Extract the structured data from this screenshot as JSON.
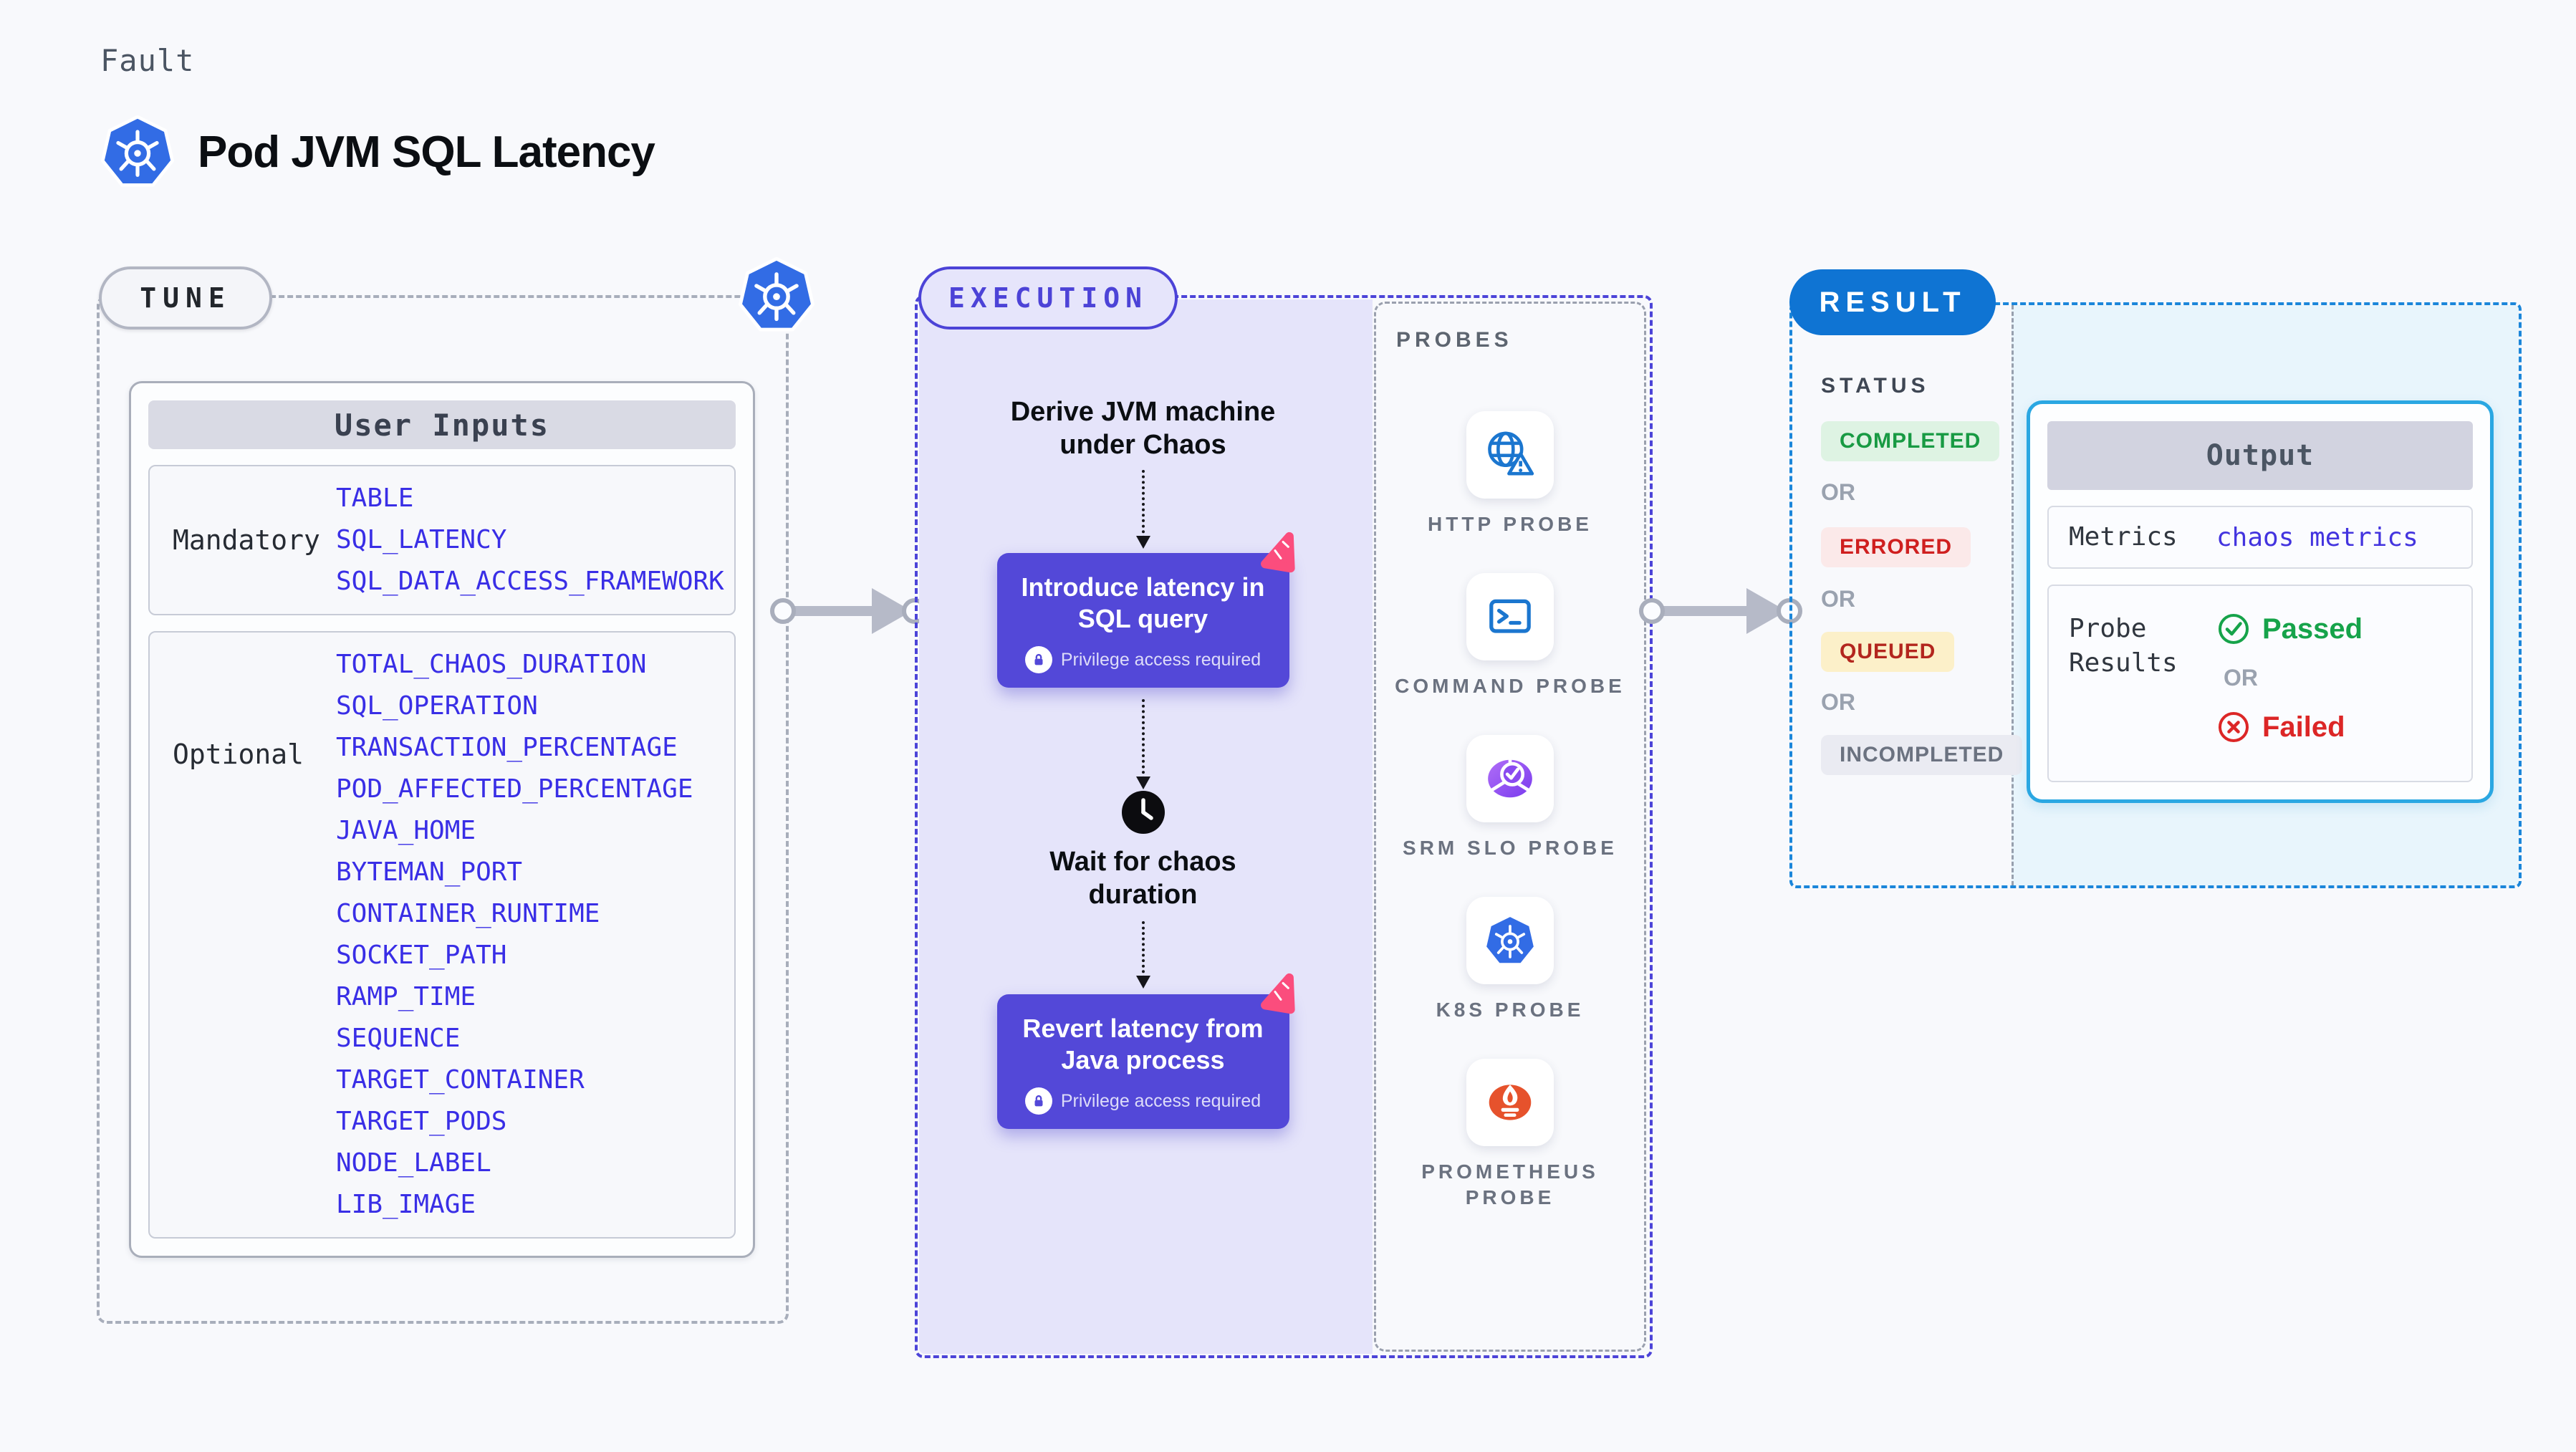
{
  "header": {
    "kicker": "Fault",
    "title": "Pod JVM SQL Latency"
  },
  "tune": {
    "label": "TUNE",
    "card_title": "User Inputs",
    "groups": [
      {
        "label": "Mandatory",
        "items": [
          "TABLE",
          "SQL_LATENCY",
          "SQL_DATA_ACCESS_FRAMEWORK"
        ]
      },
      {
        "label": "Optional",
        "items": [
          "TOTAL_CHAOS_DURATION",
          "SQL_OPERATION",
          "TRANSACTION_PERCENTAGE",
          "POD_AFFECTED_PERCENTAGE",
          "JAVA_HOME",
          "BYTEMAN_PORT",
          "CONTAINER_RUNTIME",
          "SOCKET_PATH",
          "RAMP_TIME",
          "SEQUENCE",
          "TARGET_CONTAINER",
          "TARGET_PODS",
          "NODE_LABEL",
          "LIB_IMAGE"
        ]
      }
    ]
  },
  "execution": {
    "label": "EXECUTION",
    "derive_step": "Derive JVM machine under Chaos",
    "introduce_step": "Introduce latency in SQL query",
    "wait_step": "Wait for chaos duration",
    "revert_step": "Revert latency from Java process",
    "privilege_note": "Privilege access required",
    "accent_color": "#5348d8",
    "panel_color": "#e5e4fa"
  },
  "probes": {
    "label": "PROBES",
    "items": [
      {
        "name": "HTTP PROBE",
        "icon": "globe-alert-icon"
      },
      {
        "name": "COMMAND PROBE",
        "icon": "terminal-icon"
      },
      {
        "name": "SRM SLO PROBE",
        "icon": "slo-pie-icon"
      },
      {
        "name": "K8S PROBE",
        "icon": "kubernetes-icon"
      },
      {
        "name": "PROMETHEUS PROBE",
        "icon": "prometheus-icon"
      }
    ]
  },
  "result": {
    "label": "RESULT",
    "status_heading": "STATUS",
    "or_label": "OR",
    "statuses": [
      {
        "label": "COMPLETED",
        "color": "#189a43",
        "bg": "#def3e3"
      },
      {
        "label": "ERRORED",
        "color": "#cf1f1f",
        "bg": "#fbe9e9"
      },
      {
        "label": "QUEUED",
        "color": "#b3261e",
        "bg": "#fcf0c9"
      },
      {
        "label": "INCOMPLETED",
        "color": "#6b7280",
        "bg": "#eaebf2"
      }
    ],
    "output": {
      "title": "Output",
      "metrics_label": "Metrics",
      "metrics_value": "chaos metrics",
      "probe_results_label": "Probe Results",
      "passed_label": "Passed",
      "failed_label": "Failed",
      "passed_color": "#16a34a",
      "failed_color": "#dc2626",
      "border_color": "#2aa7e2"
    }
  }
}
